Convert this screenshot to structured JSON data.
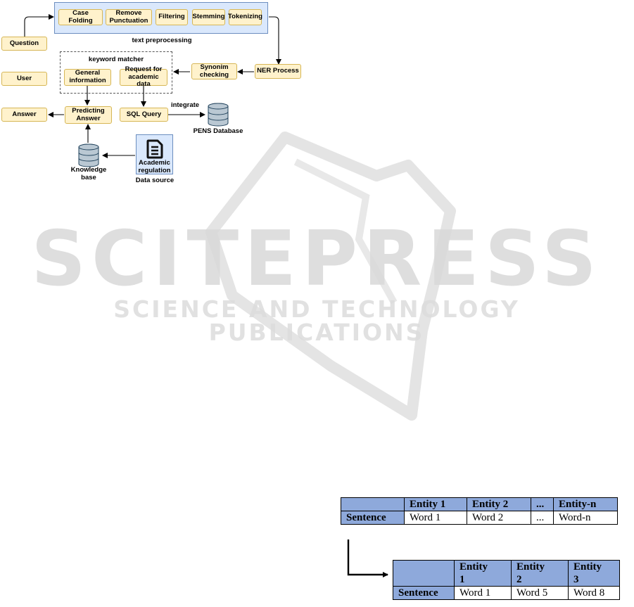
{
  "diagram": {
    "nodes": {
      "case_folding": "Case Folding",
      "remove_punctuation": "Remove\nPunctuation",
      "filtering": "Filtering",
      "stemming": "Stemming",
      "tokenizing": "Tokenizing",
      "question": "Question",
      "user": "User",
      "answer": "Answer",
      "ner_process": "NER Process",
      "synonim_checking": "Synonim\nchecking",
      "general_information": "General\ninformation",
      "request_academic": "Request for\nacademic data",
      "predicting_answer": "Predicting\nAnswer",
      "sql_query": "SQL Query"
    },
    "labels": {
      "text_preprocessing": "text preprocessing",
      "keyword_matcher": "keyword matcher",
      "integrate": "integrate",
      "pens_database": "PENS Database",
      "knowledge_base": "Knowledge\nbase",
      "academic_regulation": "Academic\nregulation",
      "data_source": "Data source"
    },
    "colors": {
      "node_fill": "#fff2cc",
      "node_border": "#d6b656",
      "group_fill": "#dae8fc",
      "group_border": "#6c8ebf",
      "database_fill": "#bac8d3",
      "database_border": "#23445d"
    },
    "icons": {
      "database": "database-cylinder-icon",
      "document": "document-icon"
    }
  },
  "watermark": {
    "big": "SCITEPRESS",
    "small": "SCIENCE AND TECHNOLOGY PUBLICATIONS"
  },
  "tables": {
    "top": {
      "header": [
        "",
        "Entity 1",
        "Entity 2",
        "...",
        "Entity-n"
      ],
      "row": [
        "Sentence",
        "Word 1",
        "Word 2",
        "...",
        "Word-n"
      ]
    },
    "bottom": {
      "header": [
        "",
        "Entity\n1",
        "Entity\n2",
        "Entity\n3"
      ],
      "row": [
        "Sentence",
        "Word 1",
        "Word 5",
        "Word 8"
      ]
    },
    "header_color": "#8ea9db"
  }
}
